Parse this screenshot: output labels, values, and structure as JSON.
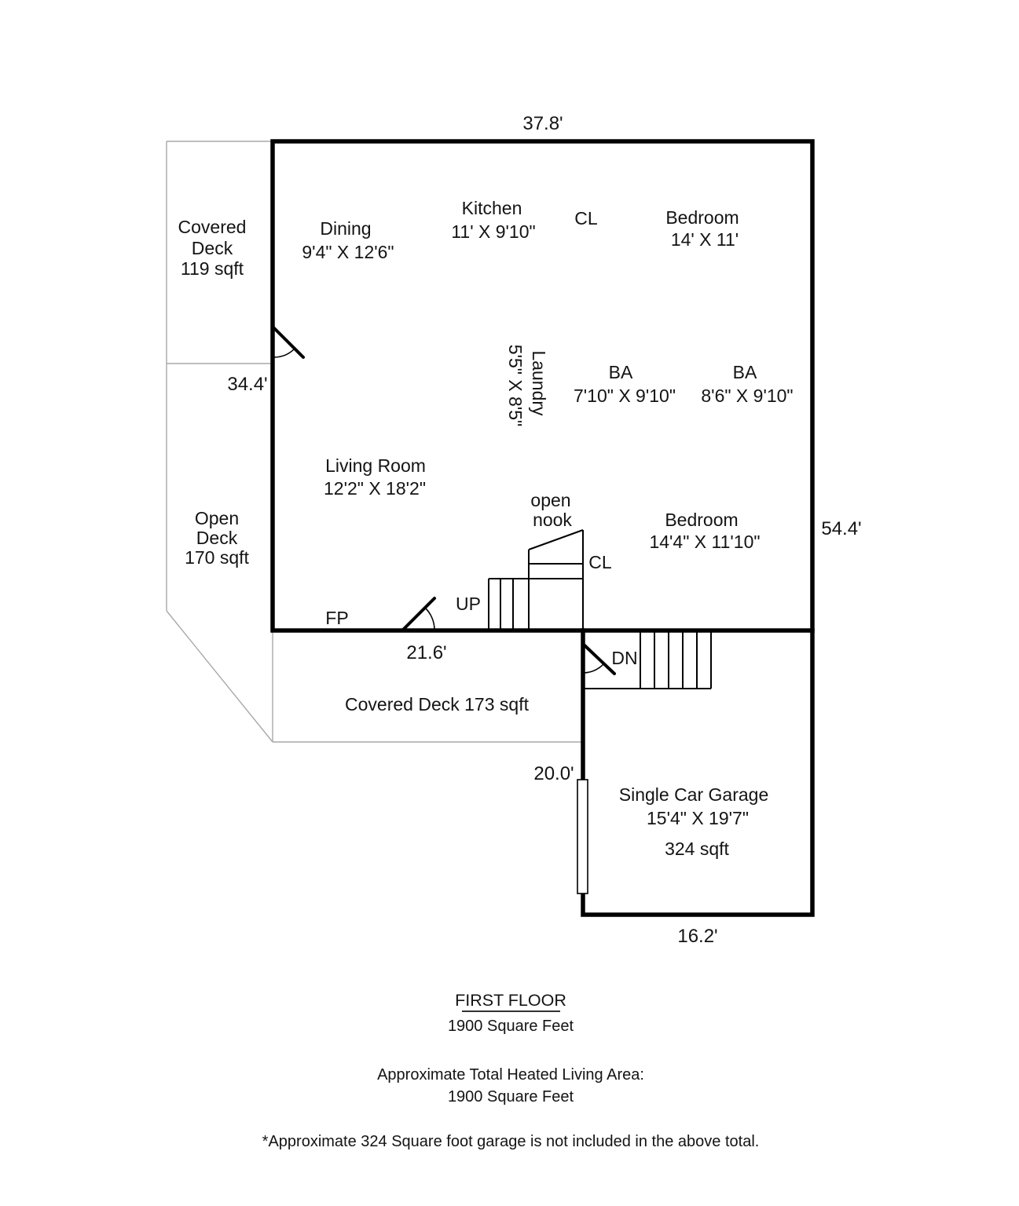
{
  "colors": {
    "wall": "#000000",
    "deck": "#a9a9a9",
    "ink": "#141414"
  },
  "plan": {
    "dims": {
      "top_width": "37.8'",
      "left_upper": "34.4'",
      "right_height": "54.4'",
      "deck_width": "21.6'",
      "garage_side": "20.0'",
      "garage_bottom": "16.2'"
    },
    "rooms": {
      "covered_deck_upper": {
        "line1": "Covered",
        "line2": "Deck",
        "line3": "119 sqft"
      },
      "dining": {
        "name": "Dining",
        "size": "9'4\" X 12'6\""
      },
      "kitchen": {
        "name": "Kitchen",
        "size": "11' X 9'10\""
      },
      "cl_top": {
        "label": "CL"
      },
      "bedroom_top": {
        "name": "Bedroom",
        "size": "14' X 11'"
      },
      "laundry": {
        "name": "Laundry",
        "size": "5'5\" X 8'5\""
      },
      "ba_left": {
        "name": "BA",
        "size": "7'10\" X 9'10\""
      },
      "ba_right": {
        "name": "BA",
        "size": "8'6\" X 9'10\""
      },
      "living_room": {
        "name": "Living Room",
        "size": "12'2\" X 18'2\""
      },
      "open_deck": {
        "line1": "Open",
        "line2": "Deck",
        "line3": "170 sqft"
      },
      "open_nook": {
        "line1": "open",
        "line2": "nook"
      },
      "bedroom_main": {
        "name": "Bedroom",
        "size": "14'4\" X 11'10\""
      },
      "cl_mid": {
        "label": "CL"
      },
      "stairs_up": {
        "label": "UP"
      },
      "fireplace": {
        "label": "FP"
      },
      "stairs_dn": {
        "label": "DN"
      },
      "covered_deck_lower": {
        "label": "Covered Deck 173 sqft"
      },
      "garage": {
        "name": "Single Car Garage",
        "size": "15'4\" X 19'7\"",
        "area": "324 sqft"
      }
    },
    "footer": {
      "title": "FIRST FLOOR",
      "title_area": "1900 Square Feet",
      "heated_label": "Approximate Total Heated Living Area:",
      "heated_value": "1900 Square Feet",
      "note": "*Approximate 324 Square foot garage is not included in the above total."
    }
  }
}
